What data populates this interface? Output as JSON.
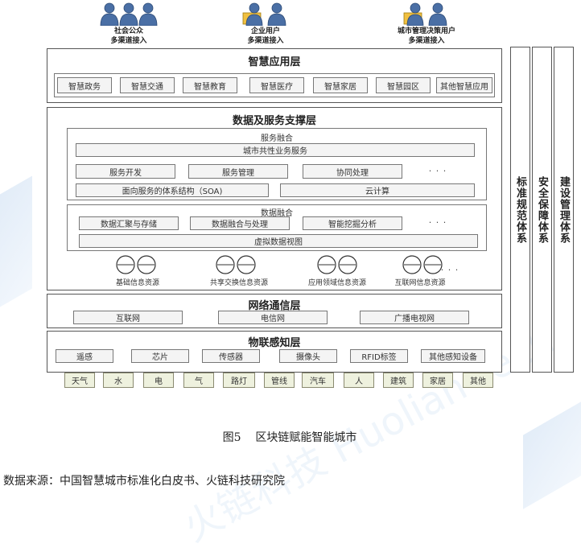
{
  "users": [
    {
      "label_line1": "社会公众",
      "label_line2": "多渠道接入",
      "icon": "public-users-icon"
    },
    {
      "label_line1": "企业用户",
      "label_line2": "多渠道接入",
      "icon": "enterprise-user-icon"
    },
    {
      "label_line1": "城市管理决策用户",
      "label_line2": "多渠道接入",
      "icon": "city-manager-icon"
    }
  ],
  "app_layer": {
    "title": "智慧应用层",
    "items": [
      "智慧政务",
      "智慧交通",
      "智慧教育",
      "智慧医疗",
      "智慧家居",
      "智慧园区",
      "其他智慧应用"
    ]
  },
  "support_layer": {
    "title": "数据及服务支撑层",
    "service": {
      "title": "服务融合",
      "common": "城市共性业务服务",
      "row2": [
        "服务开发",
        "服务管理",
        "协同处理"
      ],
      "soa": "面向服务的体系结构（SOA)",
      "cloud": "云计算"
    },
    "data": {
      "title": "数据融合",
      "row1": [
        "数据汇聚与存储",
        "数据融合与处理",
        "智能挖掘分析"
      ],
      "virtual": "虚拟数据视图"
    },
    "resources": [
      "基础信息资源",
      "共享交换信息资源",
      "应用领域信息资源",
      "互联网信息资源"
    ],
    "ellipsis": "· · ·"
  },
  "network_layer": {
    "title": "网络通信层",
    "items": [
      "互联网",
      "电信网",
      "广播电视网"
    ]
  },
  "iot_layer": {
    "title": "物联感知层",
    "items": [
      "遥感",
      "芯片",
      "传感器",
      "摄像头",
      "RFID标签",
      "其他感知设备"
    ]
  },
  "things": [
    "天气",
    "水",
    "电",
    "气",
    "路灯",
    "管线",
    "汽车",
    "人",
    "建筑",
    "家居",
    "其他"
  ],
  "side_columns": [
    "标准规范体系",
    "安全保障体系",
    "建设管理体系"
  ],
  "caption": "图5    区块链赋能智能城市",
  "source": "数据来源：中国智慧城市标准化白皮书、火链科技研究院",
  "watermark": "火链科技 Huolian Tech",
  "colors": {
    "border": "#555555",
    "box_fill": "#f4f4f4",
    "green_fill": "#eef1de",
    "icon_blue": "#4a6fa5",
    "watermark": "#dce8f5"
  }
}
